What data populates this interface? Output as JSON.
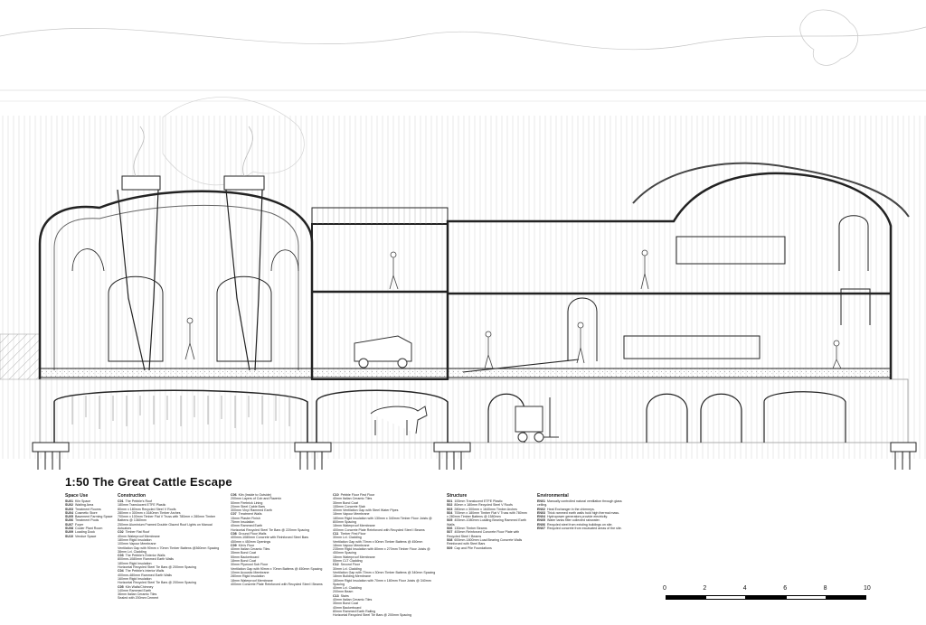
{
  "title": "1:50 The Great Cattle Escape",
  "space_use": {
    "heading": "Space Use",
    "items": [
      {
        "code": "SU01",
        "text": "Kiln Space"
      },
      {
        "code": "SU02",
        "text": "Waiting Area"
      },
      {
        "code": "SU03",
        "text": "Treatment Rooms"
      },
      {
        "code": "SU04",
        "text": "Cosmetic Store"
      },
      {
        "code": "SU05",
        "text": "Basement Farming Space"
      },
      {
        "code": "SU06",
        "text": "Treatment Pools"
      },
      {
        "code": "SU07",
        "text": "Foyer"
      },
      {
        "code": "SU08",
        "text": "Cooler Plant Room"
      },
      {
        "code": "SU09",
        "text": "Loading Dock"
      },
      {
        "code": "SU10",
        "text": "Vendue Space"
      }
    ]
  },
  "construction": {
    "heading": "Construction",
    "items": [
      {
        "code": "C01",
        "text": "The Pebble's Roof"
      },
      {
        "code": "",
        "text": "180mm Translucent ETFE Plastic"
      },
      {
        "code": "",
        "text": "80mm x 180mm Recycled Steel V Roofs"
      },
      {
        "code": "",
        "text": "280mm x 300mm x 1640mm Timber Arches"
      },
      {
        "code": "",
        "text": "700mm x 100mm Timber Flat V Truss with 780mm x 280mm Timber"
      },
      {
        "code": "",
        "text": "Battens @ 1360mm"
      },
      {
        "code": "",
        "text": "250mm Aluminium Framed Double Glazed Roof Lights on Manual"
      },
      {
        "code": "",
        "text": "Actuators"
      },
      {
        "code": "C02",
        "text": "Timber Flat Roof"
      },
      {
        "code": "",
        "text": "40mm Waterproof Membrane"
      },
      {
        "code": "",
        "text": "180mm Rigid Insulation"
      },
      {
        "code": "",
        "text": "100mm Vapour Membrane"
      },
      {
        "code": "",
        "text": "Ventilation Gap with 90mm x 70mm Timber Battens @360mm Spacing"
      },
      {
        "code": "",
        "text": "38mm Lvl. Cladding"
      },
      {
        "code": "C03",
        "text": "The Pebble's Exterior Walls"
      },
      {
        "code": "",
        "text": "800mm-1080mm Rammed Earth Walls"
      },
      {
        "code": "",
        "text": "180mm Rigid Insulation"
      },
      {
        "code": "",
        "text": "Horizontal Recycled Steel Tie Bars @ 200mm Spacing"
      },
      {
        "code": "C04",
        "text": "The Pebble's Interior Walls"
      },
      {
        "code": "",
        "text": "400mm-480mm Rammed Earth Walls"
      },
      {
        "code": "",
        "text": "160mm Rigid Insulation"
      },
      {
        "code": "",
        "text": "Horizontal Recycled Steel Tie Bars @ 200mm Spacing"
      },
      {
        "code": "C05",
        "text": "Kiln Walls/Chimney"
      },
      {
        "code": "",
        "text": "140mm Rammed Earth"
      },
      {
        "code": "",
        "text": "36mm Italian Ceramic Tiles"
      },
      {
        "code": "",
        "text": "Sealed with 200mm Cement"
      }
    ]
  },
  "construction_2": {
    "items": [
      {
        "code": "C06",
        "text": "Kiln (Inside to Outside)"
      },
      {
        "code": "",
        "text": "200mm Layers of Cob and Rawmix"
      },
      {
        "code": "",
        "text": "50mm Firebrick Lining"
      },
      {
        "code": "",
        "text": "20mm Steel Cable Bars"
      },
      {
        "code": "",
        "text": "300mm Vinyl Rammed Earth"
      },
      {
        "code": "C07",
        "text": "Treatment Walls"
      },
      {
        "code": "",
        "text": "15mm Plaster Finish"
      },
      {
        "code": "",
        "text": "75mm Insulation"
      },
      {
        "code": "",
        "text": "40mm Rammed Earth"
      },
      {
        "code": "",
        "text": "Horizontal Recycled Steel Tie Bars @ 220mm Spacing"
      },
      {
        "code": "C08",
        "text": "Ground Floor Walls"
      },
      {
        "code": "",
        "text": "400mm-1080mm Concrete with Reinforced Steel Bars"
      },
      {
        "code": "",
        "text": "450mm x 450mm Openings"
      },
      {
        "code": "C09",
        "text": "Kiln's Floor"
      },
      {
        "code": "",
        "text": "40mm Italian Ceramic Tiles"
      },
      {
        "code": "",
        "text": "35mm Bond Coat"
      },
      {
        "code": "",
        "text": "55mm Backerboard"
      },
      {
        "code": "",
        "text": "18mm Bond Coat"
      },
      {
        "code": "",
        "text": "30mm Plywood Sub Floor"
      },
      {
        "code": "",
        "text": "Ventilation Gap with 90mm x 70mm Battens @ 450mm Spacing"
      },
      {
        "code": "",
        "text": "10mm Acoustic Membrane"
      },
      {
        "code": "",
        "text": "280mm Rigid Insulation"
      },
      {
        "code": "",
        "text": "18mm Waterproof Membrane"
      },
      {
        "code": "",
        "text": "400mm Concrete Plate Reinforced with Recycled Steel I Beams"
      }
    ]
  },
  "construction_3": {
    "items": [
      {
        "code": "C10",
        "text": "Pebble Floor First Floor"
      },
      {
        "code": "",
        "text": "40mm Italian Ceramic Tiles"
      },
      {
        "code": "",
        "text": "35mm Bond Coat"
      },
      {
        "code": "",
        "text": "155mm Concrete Slab"
      },
      {
        "code": "",
        "text": "40mm Ventilation Gap with Steel Water Pipes"
      },
      {
        "code": "",
        "text": "18mm Vapour Membrane"
      },
      {
        "code": "",
        "text": "180mm Rigid Insulation with 130mm x 340mm Timber Floor Joists @"
      },
      {
        "code": "",
        "text": "800mm Spacing"
      },
      {
        "code": "",
        "text": "18mm Waterproof Membrane"
      },
      {
        "code": "",
        "text": "400mm Concrete Plate Reinforced with Recycled Steel I Beams"
      },
      {
        "code": "C11",
        "text": "Timber First Floor"
      },
      {
        "code": "",
        "text": "30mm Lvl. Cladding"
      },
      {
        "code": "",
        "text": "Ventilation Gap with 70mm x 50mm Timber Battens @ 450mm"
      },
      {
        "code": "",
        "text": "18mm Vapour Membrane"
      },
      {
        "code": "",
        "text": "235mm Rigid Insulation with 80mm x 270mm Timber Floor Joists @"
      },
      {
        "code": "",
        "text": "450mm Spacing"
      },
      {
        "code": "",
        "text": "18mm Waterproof Membrane"
      },
      {
        "code": "",
        "text": "55mm CLT Cladding"
      },
      {
        "code": "C12",
        "text": "Second Floor"
      },
      {
        "code": "",
        "text": "30mm Lvl. Cladding"
      },
      {
        "code": "",
        "text": "Ventilation Gap with 70mm x 30mm Timber Battens @ 340mm Spacing"
      },
      {
        "code": "",
        "text": "18mm Building Membrane"
      },
      {
        "code": "",
        "text": "180mm Rigid Insulation with 70mm x 180mm Floor Joists @ 340mm"
      },
      {
        "code": "",
        "text": "Spacing"
      },
      {
        "code": "",
        "text": "40mm Lvl. Cladding"
      },
      {
        "code": "",
        "text": "200mm Beam"
      },
      {
        "code": "C13",
        "text": "Stairs"
      },
      {
        "code": "",
        "text": "40mm Italian Ceramic Tiles"
      },
      {
        "code": "",
        "text": "35mm Bond Coat"
      },
      {
        "code": "",
        "text": "40mm Backerboard"
      },
      {
        "code": "",
        "text": "80mm Rammed Earth Railing"
      },
      {
        "code": "",
        "text": "Horizontal Recycled Steel Tie Bars @ 200mm Spacing"
      }
    ]
  },
  "structure": {
    "heading": "Structure",
    "items": [
      {
        "code": "S01",
        "text": "100mm Translucent ETFE Plastic"
      },
      {
        "code": "S02",
        "text": "80mm x 180mm Recycled Steel V Roofs"
      },
      {
        "code": "S03",
        "text": "280mm x 300mm x 1640mm Timber Arches"
      },
      {
        "code": "S04",
        "text": "700mm x 180mm Timber Flat V Truss with 780mm"
      },
      {
        "code": "",
        "text": "x 280mm Timber Battens @ 1580mm"
      },
      {
        "code": "S05",
        "text": "400mm-1080mm Loading Bearing Rammed Earth"
      },
      {
        "code": "",
        "text": "Walls"
      },
      {
        "code": "S06",
        "text": "130mm Timber Beams"
      },
      {
        "code": "S07",
        "text": "400mm Reinforced Concrete Floor Plate with"
      },
      {
        "code": "",
        "text": "Recycled Steel I Beams"
      },
      {
        "code": "S08",
        "text": "600mm-1800mm Load Bearing Concrete Walls"
      },
      {
        "code": "",
        "text": "Reinforced with Steel Bars"
      },
      {
        "code": "S09",
        "text": "Cap and Pile Foundations"
      }
    ]
  },
  "environmental": {
    "heading": "Environmental",
    "items": [
      {
        "code": "EN01",
        "text": "Manually controlled natural ventilation through glass"
      },
      {
        "code": "",
        "text": "ceiling."
      },
      {
        "code": "EN02",
        "text": "Heat Exchanger in the chimneys."
      },
      {
        "code": "EN03",
        "text": "Thick rammed earth walls hold high thermal mass."
      },
      {
        "code": "EN04",
        "text": "Hydropower generators provide electricity."
      },
      {
        "code": "EN05",
        "text": "Water tanks filter collected rainwater."
      },
      {
        "code": "EN06",
        "text": "Recycled steel from existing buildings on site."
      },
      {
        "code": "EN07",
        "text": "Recycled concrete from excavated areas of the site."
      }
    ]
  },
  "scale_bar": {
    "ticks": [
      "0",
      "2",
      "4",
      "6",
      "8",
      "10"
    ],
    "max": 10
  },
  "icons": [
    "cow-icon",
    "golf-cart-icon",
    "forklift-icon",
    "person-icon"
  ],
  "colors": {
    "line": "#222222",
    "light_line": "#9a9a9a",
    "hatch": "#bdbdbd",
    "background": "#ffffff"
  }
}
